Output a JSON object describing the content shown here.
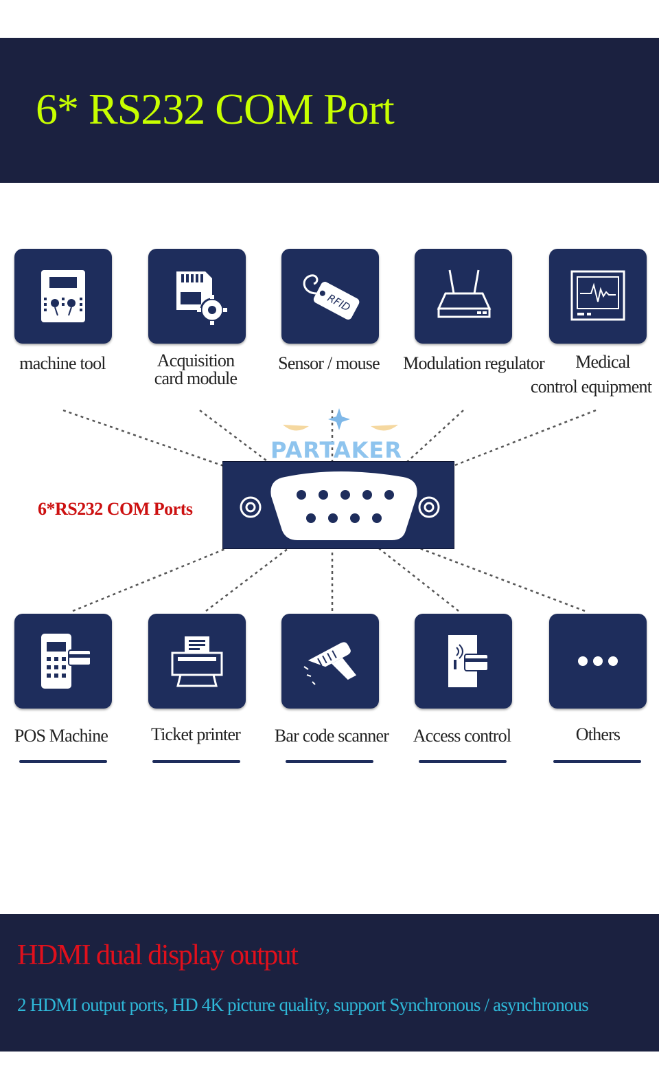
{
  "header": {
    "title": "6* RS232  COM Port"
  },
  "diagram": {
    "center_label": "6*RS232 COM Ports",
    "watermark_text": "PARTAKER",
    "connector_icon": "db9-serial-connector-icon",
    "top_row": [
      {
        "label_line1": "machine tool",
        "label_line2": "",
        "icon": "machine-tool-icon"
      },
      {
        "label_line1": "Acquisition",
        "label_line2": "card module",
        "icon": "sd-card-gear-icon"
      },
      {
        "label_line1": "Sensor / mouse",
        "label_line2": "",
        "icon": "rfid-tag-icon"
      },
      {
        "label_line1": "Modulation regulator",
        "label_line2": "",
        "icon": "router-icon"
      },
      {
        "label_line1": "Medical",
        "label_line2": "control equipment",
        "icon": "monitor-waveform-icon"
      }
    ],
    "bottom_row": [
      {
        "label": "POS Machine",
        "icon": "pos-terminal-icon"
      },
      {
        "label": "Ticket printer",
        "icon": "printer-icon"
      },
      {
        "label": "Bar code scanner",
        "icon": "barcode-scanner-icon"
      },
      {
        "label": "Access control",
        "icon": "access-card-icon"
      },
      {
        "label": "Others",
        "icon": "more-dots-icon"
      }
    ]
  },
  "footer": {
    "title": "HDMI dual display output",
    "description": "2 HDMI output ports, HD 4K picture quality, support Synchronous / asynchronous"
  },
  "colors": {
    "band": "#1b2140",
    "tile": "#1e2d5c",
    "title_green": "#c8ff00",
    "title_red": "#e0101c",
    "desc_cyan": "#2fb8d8",
    "ports_red": "#cc1010"
  }
}
